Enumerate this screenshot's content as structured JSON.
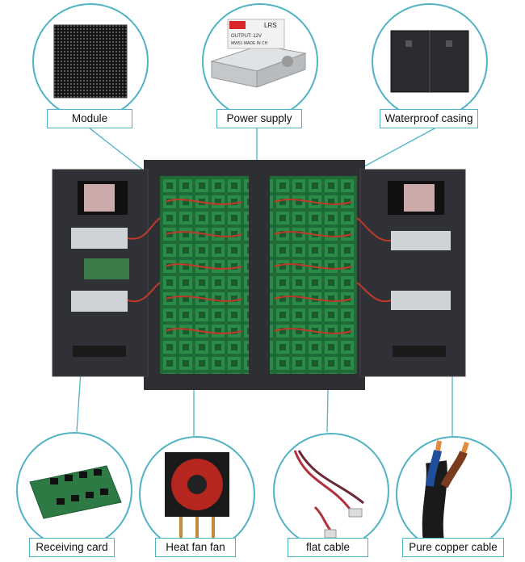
{
  "labels": {
    "module": "Module",
    "power_supply": "Power supply",
    "waterproof_casing": "Waterproof casing",
    "receiving_card": "Receiving card",
    "heat_fan": "Heat fan fan",
    "flat_cable": "flat cable",
    "copper_cable": "Pure copper cable"
  },
  "psu_print": {
    "brand": "LRS",
    "line1": "OUTPUT: 12V",
    "line2": "MW51 MADE IN CH"
  },
  "colors": {
    "accent": "#4fb3c4",
    "cabinet": "#2e2f33",
    "module_green": "#1f7a3c",
    "cable_red": "#c0392b"
  }
}
